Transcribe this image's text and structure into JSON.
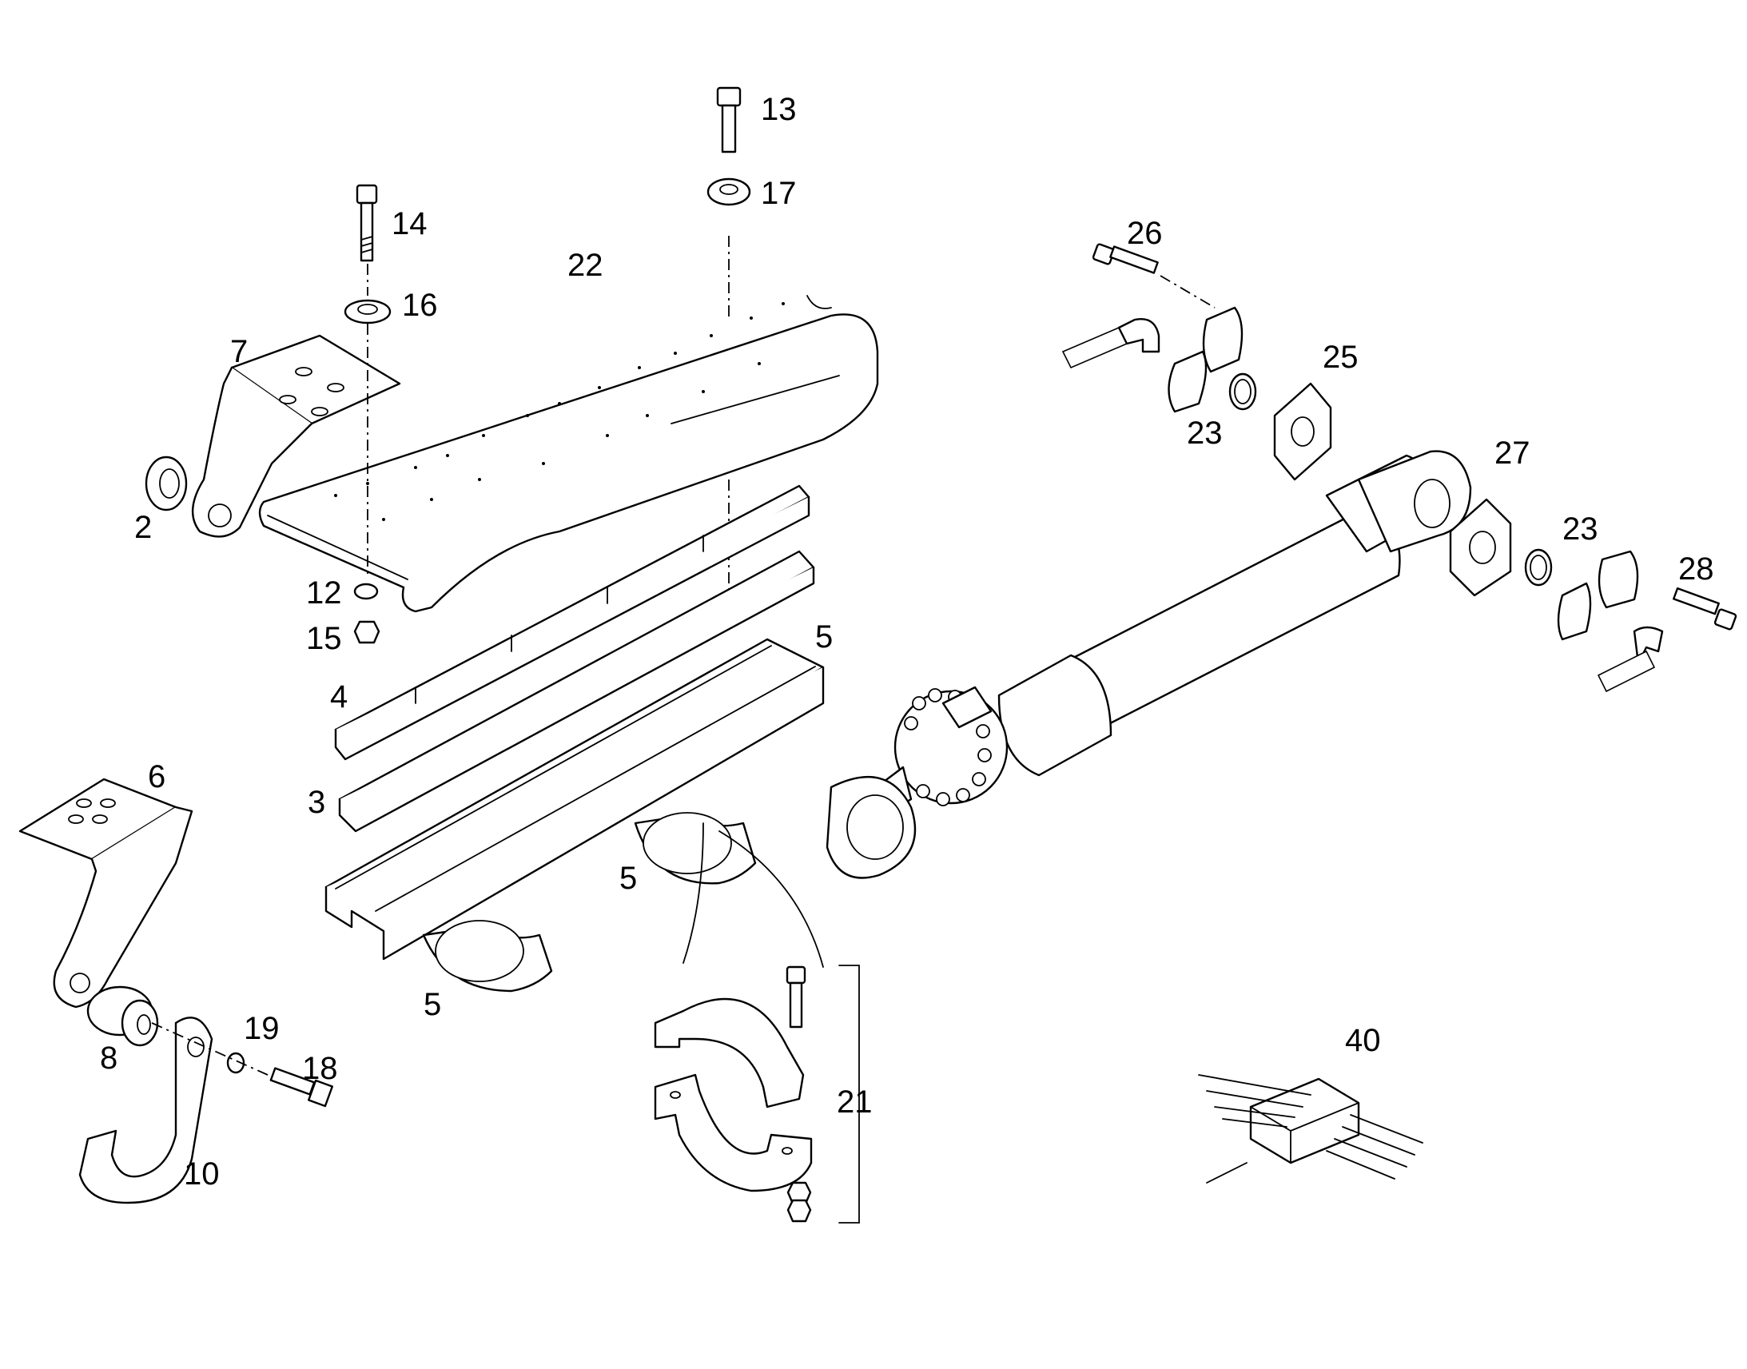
{
  "callouts": {
    "p2": "2",
    "p3": "3",
    "p4": "4",
    "p5a": "5",
    "p5b": "5",
    "p5c": "5",
    "p6": "6",
    "p7": "7",
    "p8": "8",
    "p10": "10",
    "p12": "12",
    "p13": "13",
    "p14": "14",
    "p15": "15",
    "p16": "16",
    "p17": "17",
    "p18": "18",
    "p19": "19",
    "p21": "21",
    "p22": "22",
    "p23a": "23",
    "p23b": "23",
    "p25": "25",
    "p26": "26",
    "p27": "27",
    "p28": "28",
    "p40": "40"
  },
  "colors": {
    "line": "#000000",
    "background": "#ffffff"
  }
}
